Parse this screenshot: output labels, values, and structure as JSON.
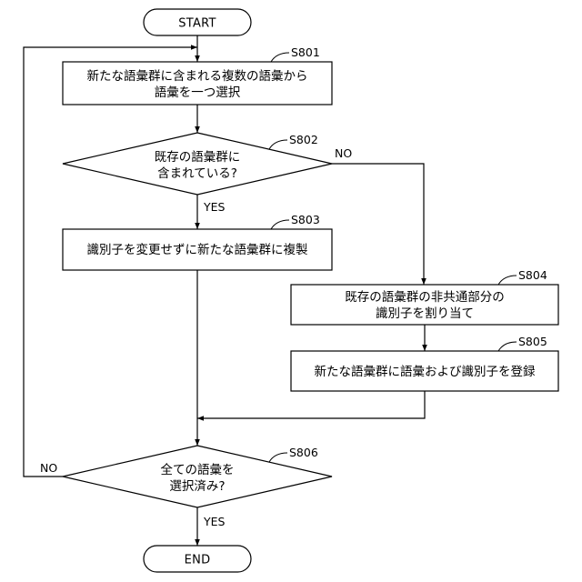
{
  "start": {
    "label": "START"
  },
  "end": {
    "label": "END"
  },
  "s801": {
    "step": "S801",
    "lines": [
      "新たな語彙群に含まれる複数の語彙から",
      "語彙を一つ選択"
    ]
  },
  "s802": {
    "step": "S802",
    "lines": [
      "既存の語彙群に",
      "含まれている?"
    ],
    "yes": "YES",
    "no": "NO"
  },
  "s803": {
    "step": "S803",
    "lines": [
      "識別子を変更せずに新たな語彙群に複製"
    ]
  },
  "s804": {
    "step": "S804",
    "lines": [
      "既存の語彙群の非共通部分の",
      "識別子を割り当て"
    ]
  },
  "s805": {
    "step": "S805",
    "lines": [
      "新たな語彙群に語彙および識別子を登録"
    ]
  },
  "s806": {
    "step": "S806",
    "lines": [
      "全ての語彙を",
      "選択済み?"
    ],
    "yes": "YES",
    "no": "NO"
  }
}
